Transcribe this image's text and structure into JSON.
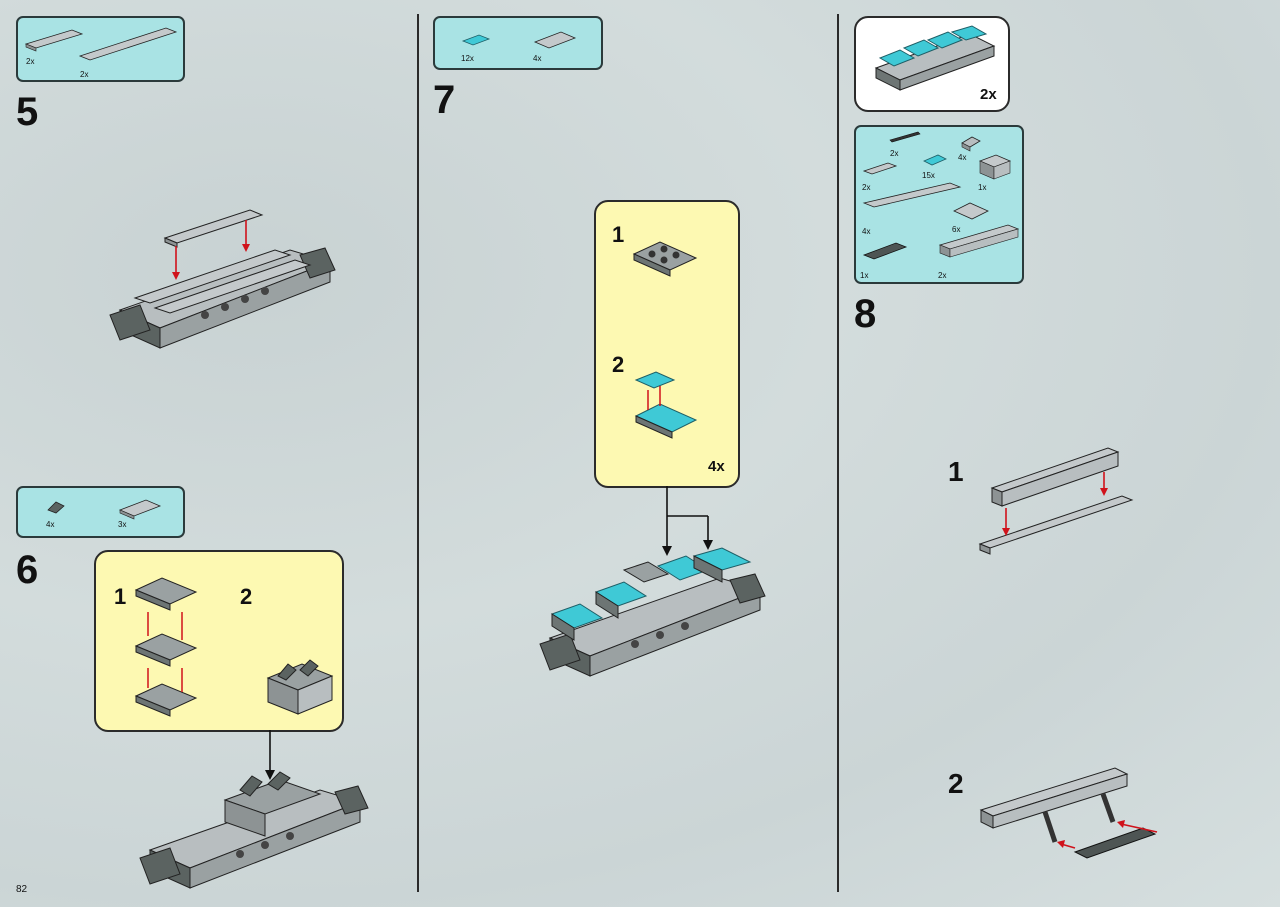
{
  "page_number": "82",
  "steps": {
    "s5": {
      "number": "5",
      "parts": [
        {
          "qty": "2x",
          "part": "plate-1x6-gray"
        },
        {
          "qty": "2x",
          "part": "plate-1x10-gray"
        }
      ]
    },
    "s6": {
      "number": "6",
      "parts": [
        {
          "qty": "4x",
          "part": "slope-dark-gray"
        },
        {
          "qty": "3x",
          "part": "plate-2x3-gray"
        }
      ],
      "substeps": [
        "1",
        "2"
      ]
    },
    "s7": {
      "number": "7",
      "parts": [
        {
          "qty": "12x",
          "part": "tile-1x2-trans-blue"
        },
        {
          "qty": "4x",
          "part": "plate-2x3-gray"
        }
      ],
      "substeps": [
        "1",
        "2"
      ],
      "multiplier": "4x"
    },
    "s8": {
      "number": "8",
      "submodel_multiplier": "2x",
      "parts": [
        {
          "qty": "2x",
          "part": "axle-black"
        },
        {
          "qty": "4x",
          "part": "slope-gray"
        },
        {
          "qty": "2x",
          "part": "plate-1x4-gray"
        },
        {
          "qty": "15x",
          "part": "tile-1x2-trans-blue"
        },
        {
          "qty": "1x",
          "part": "brick-2x2-gray"
        },
        {
          "qty": "4x",
          "part": "plate-1x10-gray"
        },
        {
          "qty": "6x",
          "part": "plate-2x2-gray"
        },
        {
          "qty": "1x",
          "part": "liftarm-1x6-dark-gray"
        },
        {
          "qty": "2x",
          "part": "technic-brick-1x8-gray"
        }
      ],
      "substeps": [
        "1",
        "2"
      ]
    }
  },
  "colors": {
    "parts_bg": "#a9e3e4",
    "callout_bg": "#fdf9b2",
    "arrow_red": "#d0121b",
    "brick_gray": "#b8bec0",
    "brick_dark": "#5b6361",
    "trans_blue": "#3fc9d6"
  }
}
